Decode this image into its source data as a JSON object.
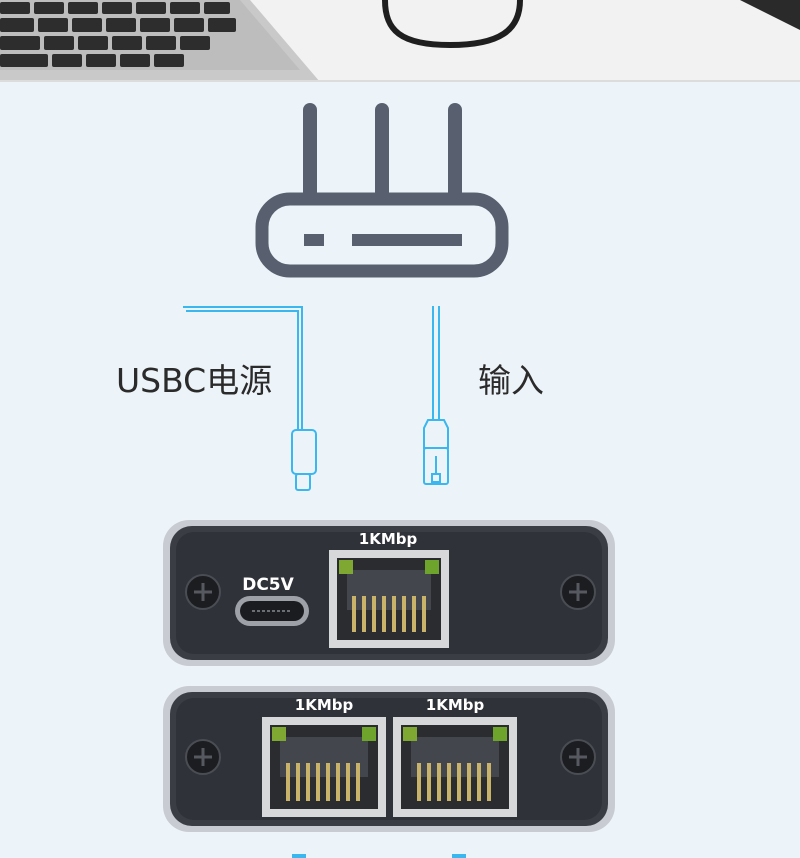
{
  "labels": {
    "usbc_power": "USBC电源",
    "input": "输入"
  },
  "device_top": {
    "dc_label": "DC5V",
    "port_speed": "1KMbp"
  },
  "device_bottom": {
    "port1_speed": "1KMbp",
    "port2_speed": "1KMbp"
  },
  "colors": {
    "router": "#58606f",
    "cable": "#39b7ee",
    "device_body": "#3a3d44",
    "background": "#edf4f9"
  }
}
